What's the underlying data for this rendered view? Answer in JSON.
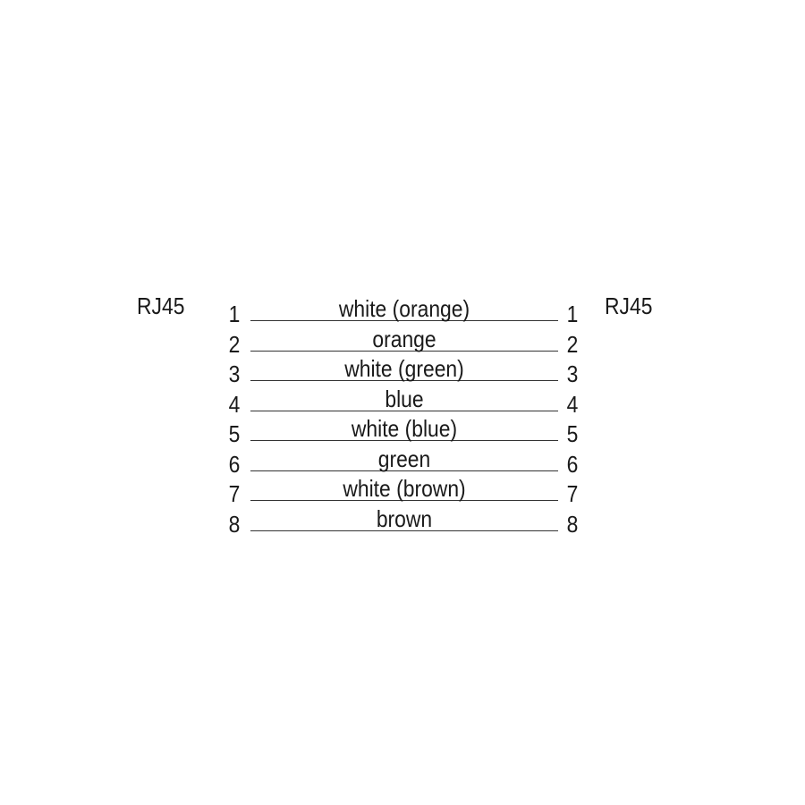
{
  "connectors": {
    "left_label": "RJ45",
    "right_label": "RJ45"
  },
  "wires": [
    {
      "pin_left": "1",
      "color_name": "white (orange)",
      "pin_right": "1"
    },
    {
      "pin_left": "2",
      "color_name": "orange",
      "pin_right": "2"
    },
    {
      "pin_left": "3",
      "color_name": "white (green)",
      "pin_right": "3"
    },
    {
      "pin_left": "4",
      "color_name": "blue",
      "pin_right": "4"
    },
    {
      "pin_left": "5",
      "color_name": "white (blue)",
      "pin_right": "5"
    },
    {
      "pin_left": "6",
      "color_name": "green",
      "pin_right": "6"
    },
    {
      "pin_left": "7",
      "color_name": "white (brown)",
      "pin_right": "7"
    },
    {
      "pin_left": "8",
      "color_name": "brown",
      "pin_right": "8"
    }
  ]
}
